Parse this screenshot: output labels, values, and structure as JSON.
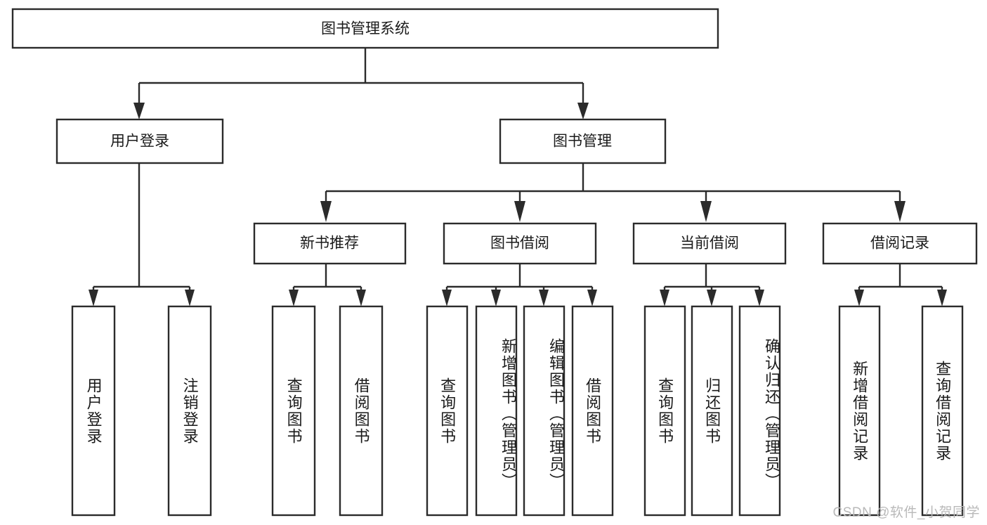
{
  "diagram": {
    "type": "tree",
    "title": "图书管理系统",
    "orientation": "top-down",
    "colors": {
      "box_stroke": "#2b2b2b",
      "box_fill": "#ffffff",
      "connector": "#2b2b2b",
      "text": "#1a1a1a",
      "watermark": "#b9b9b9",
      "background": "#ffffff"
    },
    "root": {
      "label": "图书管理系统"
    },
    "level2": [
      {
        "label": "用户登录"
      },
      {
        "label": "图书管理"
      }
    ],
    "level3": [
      {
        "label": "新书推荐"
      },
      {
        "label": "图书借阅"
      },
      {
        "label": "当前借阅"
      },
      {
        "label": "借阅记录"
      }
    ],
    "leaves": {
      "user_login": [
        {
          "label": "用户登录"
        },
        {
          "label": "注销登录"
        }
      ],
      "new_book_recommend": [
        {
          "label": "查询图书"
        },
        {
          "label": "借阅图书"
        }
      ],
      "book_borrow": [
        {
          "label": "查询图书"
        },
        {
          "label": "新增图书（管理员）"
        },
        {
          "label": "编辑图书（管理员）"
        },
        {
          "label": "借阅图书"
        }
      ],
      "current_borrow": [
        {
          "label": "查询图书"
        },
        {
          "label": "归还图书"
        },
        {
          "label": "确认归还（管理员）"
        }
      ],
      "borrow_record": [
        {
          "label": "新增借阅记录"
        },
        {
          "label": "查询借阅记录"
        }
      ]
    },
    "watermark": "CSDN @软件_小贺同学"
  }
}
